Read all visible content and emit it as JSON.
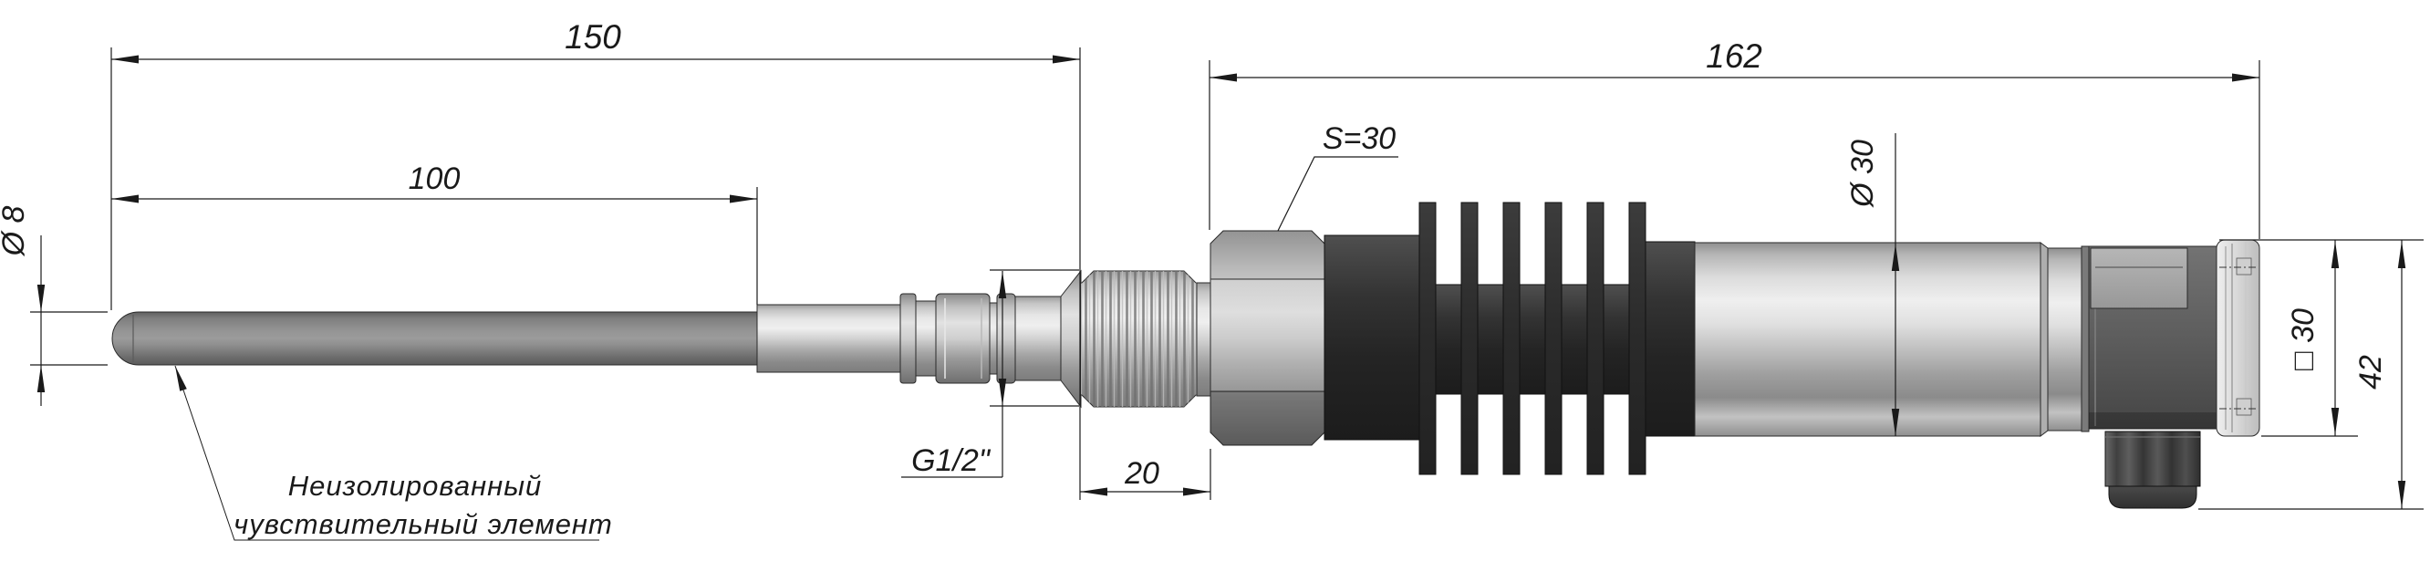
{
  "drawing": {
    "type": "engineering-dimensional-drawing",
    "subject": "temperature sensor probe with G1/2 thread, heat sink and connection head",
    "background_color": "#ffffff",
    "line_color": "#1a1a1a",
    "probe_color": "#8c8c8c",
    "metal_highlight_color": "#efefef",
    "heatsink_color": "#262626",
    "head_color": "#5d5d5d",
    "dims": {
      "d150": {
        "label": "150"
      },
      "d100": {
        "label": "100"
      },
      "d8": {
        "label": "Ø 8"
      },
      "g12": {
        "label": "G1/2\""
      },
      "d20": {
        "label": "20"
      },
      "s30": {
        "label": "S=30"
      },
      "d162": {
        "label": "162"
      },
      "d30": {
        "label": "Ø 30"
      },
      "sq30": {
        "label": "□ 30"
      },
      "d42": {
        "label": "42"
      }
    },
    "callout": {
      "line1": "Неизолированный",
      "line2": "чувствительный элемент"
    }
  }
}
